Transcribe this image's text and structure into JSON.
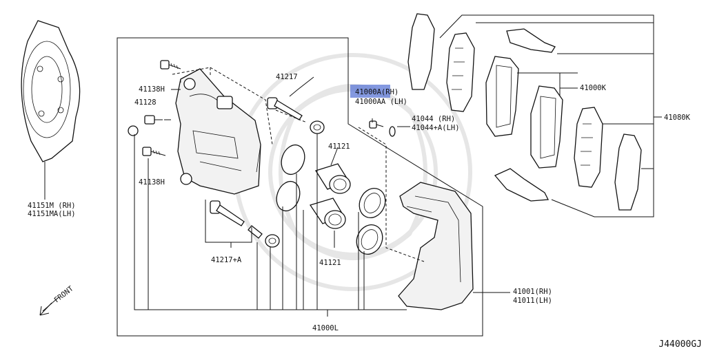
{
  "diagram_code": "J44000GJ",
  "front_label": "FRONT",
  "colors": {
    "highlight": "#5b77d6",
    "line": "#111111",
    "background": "#ffffff"
  },
  "labels": {
    "p41151m": "41151M  (RH)",
    "p41151ma": "41151MA(LH)",
    "p41138h_top": "41138H",
    "p41128": "41128",
    "p41138h_bottom": "41138H",
    "p41217": "41217",
    "p41217a": "41217+A",
    "p41000a": "41000A(RH)",
    "p41000aa": "41000AA (LH)",
    "p41044": "41044 (RH)",
    "p41044a": "41044+A(LH)",
    "p41121_top": "41121",
    "p41121_bottom": "41121",
    "p41000k": "41000K",
    "p41080k": "41080K",
    "p41001": "41001(RH)",
    "p41011": "41011(LH)",
    "p41000l": "41000L"
  }
}
